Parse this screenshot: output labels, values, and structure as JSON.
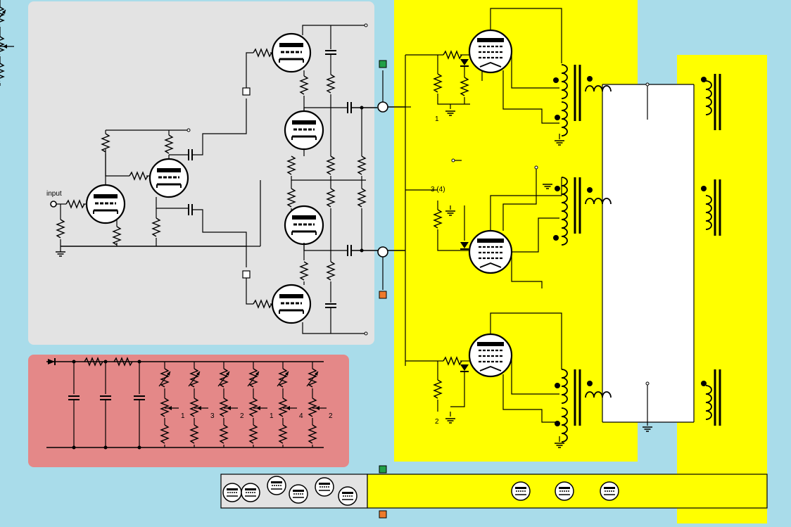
{
  "title": "",
  "labels": {
    "input": "input",
    "grid_num_top": "1",
    "grid_num_mid": "3 (4)",
    "grid_num_bottom": "2"
  },
  "trim_numbers": [
    "1",
    "3",
    "2",
    "1",
    "4",
    "2"
  ],
  "colors": {
    "background": "#a9dcea",
    "driver_panel": "#e3e3e3",
    "output_panel": "#ffff00",
    "secondary_panel": "#ffff00",
    "bias_panel": "#e48888",
    "wire": "#000000",
    "terminal_positive": "#22a048",
    "terminal_negative": "#ee7a2b"
  },
  "icons": [
    "triode-tube",
    "pentode-tube",
    "resistor",
    "capacitor",
    "diode",
    "output-transformer",
    "ground-symbol",
    "potentiometer"
  ]
}
